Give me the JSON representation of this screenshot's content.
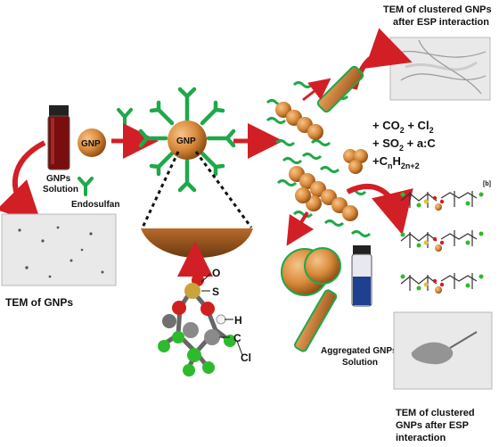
{
  "labels": {
    "tem_top_line1": "TEM of clustered GNPs",
    "tem_top_line2": "after ESP interaction",
    "gnp_small": "GNP",
    "gnp_big": "GNP",
    "gnps_solution_line1": "GNPs",
    "gnps_solution_line2": "Solution",
    "endosulfan": "Endosulfan",
    "tem_gnps": "TEM of GNPs",
    "eq_line1_a": "+ CO",
    "eq_line1_b": "2",
    "eq_line1_c": " + Cl",
    "eq_line1_d": "2",
    "eq_line2_a": "+ SO",
    "eq_line2_b": "2",
    "eq_line2_c": " + a:C",
    "eq_line3_a": "+C",
    "eq_line3_b": "n",
    "eq_line3_c": "H",
    "eq_line3_d": "2n+2",
    "atom_o": "O",
    "atom_s": "S",
    "atom_h": "H",
    "atom_c": "C",
    "atom_cl": "Cl",
    "panel_b": "[b]",
    "aggregated_line1": "Aggregated GNPs",
    "aggregated_line2": "Solution",
    "tem_bottom_line1": "TEM of clustered",
    "tem_bottom_line2": "GNPs after ESP",
    "tem_bottom_line3": "interaction"
  },
  "colors": {
    "gold_particle": "#d98b3c",
    "particle_outline": "#8a4a12",
    "ligand_green": "#1fa84a",
    "arrow_red": "#d21f26",
    "solution_red": "#7a0d0d",
    "solution_blue": "#1f3f8f"
  }
}
